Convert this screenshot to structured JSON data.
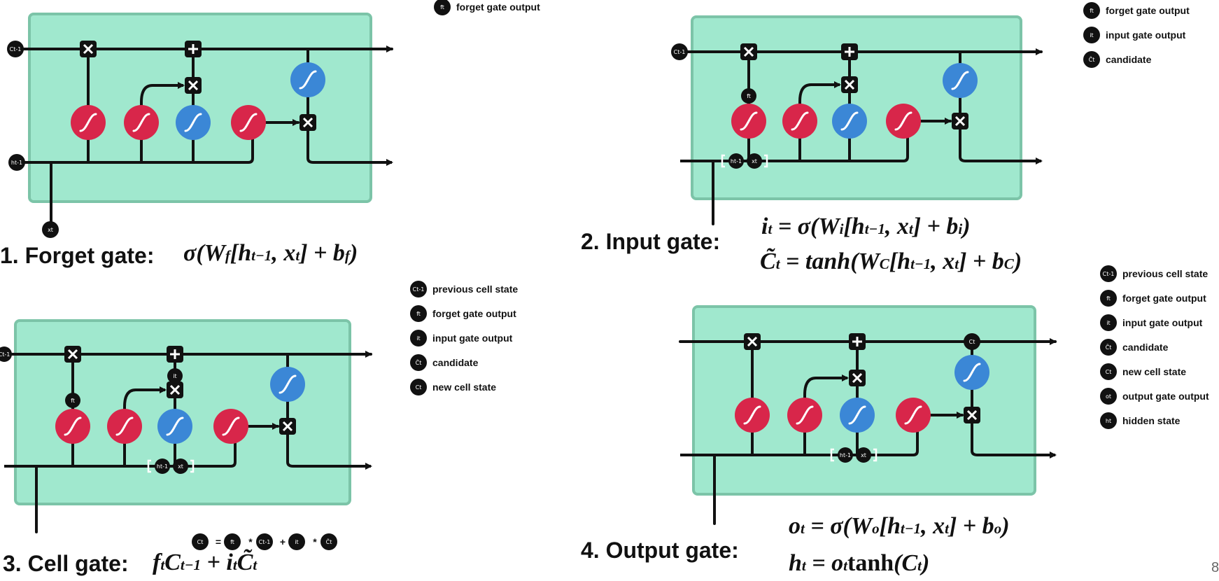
{
  "panels": [
    {
      "title": "1. Forget gate:",
      "equations": [
        "σ(W_f[h_{t−1}, x_t] + b_f)"
      ],
      "legend": [
        {
          "badge": "ft",
          "label": "forget gate output"
        }
      ]
    },
    {
      "title": "2. Input gate:",
      "equations": [
        "i_t = σ(W_i[h_{t−1}, x_t] + b_i)",
        "C̃_t = tanh(W_C[h_{t−1}, x_t] + b_C)"
      ],
      "legend": [
        {
          "badge": "ft",
          "label": "forget gate output"
        },
        {
          "badge": "it",
          "label": "input gate output"
        },
        {
          "badge": "C̃t",
          "label": "candidate"
        }
      ]
    },
    {
      "title": "3. Cell gate:",
      "equations": [
        "f_t C_{t−1} + i_t C̃_t"
      ],
      "legend": [
        {
          "badge": "Ct-1",
          "label": "previous cell state"
        },
        {
          "badge": "ft",
          "label": "forget gate output"
        },
        {
          "badge": "it",
          "label": "input gate output"
        },
        {
          "badge": "C̃t",
          "label": "candidate"
        },
        {
          "badge": "Ct",
          "label": "new cell state"
        }
      ]
    },
    {
      "title": "4. Output gate:",
      "equations": [
        "o_t = σ(W_o[h_{t−1}, x_t] + b_o)",
        "h_t = o_t tanh(C_t)"
      ],
      "legend": [
        {
          "badge": "Ct-1",
          "label": "previous cell state"
        },
        {
          "badge": "ft",
          "label": "forget gate output"
        },
        {
          "badge": "it",
          "label": "input gate output"
        },
        {
          "badge": "C̃t",
          "label": "candidate"
        },
        {
          "badge": "Ct",
          "label": "new cell state"
        },
        {
          "badge": "ot",
          "label": "output gate output"
        },
        {
          "badge": "ht",
          "label": "hidden state"
        }
      ]
    }
  ],
  "cell_equation_badges": [
    "Ct",
    "=",
    "ft",
    "*",
    "Ct-1",
    "+",
    "it",
    "*",
    "C̃t"
  ],
  "page_number": "8",
  "colors": {
    "cell_fill": "#a0e8ce",
    "cell_border": "#7cc4a8",
    "sigmoid": "#d8264a",
    "tanh": "#3b87d6",
    "line": "#111111"
  }
}
